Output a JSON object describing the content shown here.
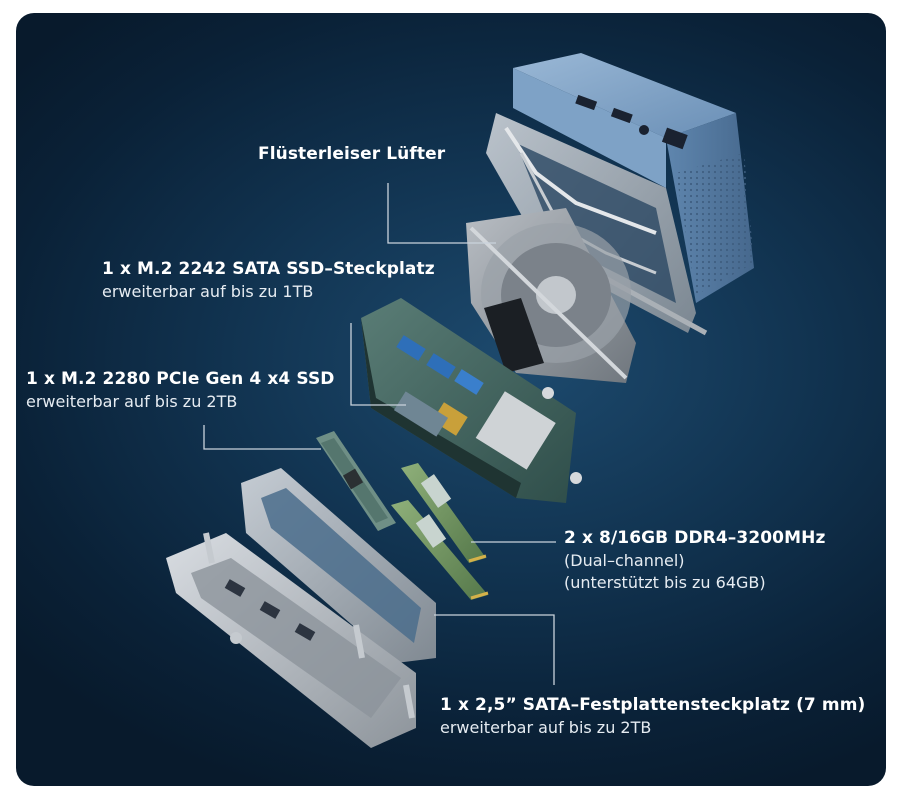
{
  "labels": {
    "fan": {
      "title": "Flüsterleiser Lüfter"
    },
    "m2_sata": {
      "title": "1 x M.2 2242 SATA SSD–Steckplatz",
      "sub": "erweiterbar auf bis zu 1TB"
    },
    "m2_pcie": {
      "title": "1 x M.2 2280 PCIe Gen 4 x4 SSD",
      "sub": "erweiterbar auf bis zu 2TB"
    },
    "ram": {
      "title": "2 x 8/16GB DDR4–3200MHz",
      "sub1": "(Dual–channel)",
      "sub2": "(unterstützt bis zu 64GB)"
    },
    "hdd": {
      "title": "1 x 2,5” SATA–Festplattensteckplatz (7 mm)",
      "sub": "erweiterbar auf bis zu 2TB"
    }
  },
  "colors": {
    "background": "#0d2a44",
    "case_blue": "#6f93b8",
    "text": "#ffffff",
    "leader_line": "#c9d3dc"
  }
}
